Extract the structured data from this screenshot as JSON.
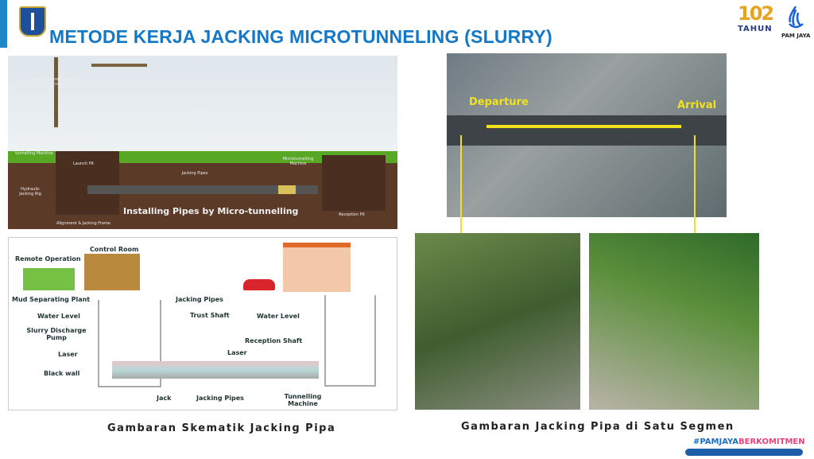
{
  "header": {
    "title": "METODE KERJA JACKING MICROTUNNELING (SLURRY)",
    "anniversary_logo": "102",
    "anniversary_label": "TAHUN",
    "brand": "PAM JAYA"
  },
  "top_left_image": {
    "heading": "Installing Pipes by Micro-tunnelling",
    "labels": {
      "crane": "Pipe Lowered into pit by crane",
      "cabin": "Control Cabin Steering Micro-tunnelling Machine",
      "launch": "Launch Pit",
      "pipes": "Jacking Pipes",
      "machine": "Microtunnelling Machine",
      "rig": "Hydraulic Jacking Rig",
      "frame": "Alignment & Jacking Frame",
      "reception": "Reception Pit"
    }
  },
  "schematic": {
    "labels": {
      "remote": "Remote Operation",
      "control": "Control Room",
      "mud": "Mud Separating Plant",
      "jp_top": "Jacking Pipes",
      "water1": "Water Level",
      "trust": "Trust Shaft",
      "water2": "Water Level",
      "slurry": "Slurry Discharge Pump",
      "reception": "Reception Shaft",
      "laser1": "Laser",
      "laser2": "Laser",
      "black": "Black wall",
      "jack": "Jack",
      "jp_bottom": "Jacking Pipes",
      "tunnel": "Tunnelling Machine"
    }
  },
  "aerial": {
    "departure": "Departure",
    "arrival": "Arrival"
  },
  "captions": {
    "left": "Gambaran Skematik Jacking Pipa",
    "right": "Gambaran Jacking Pipa di Satu Segmen"
  },
  "footer": {
    "hashtag_a": "#PAMJAYA",
    "hashtag_b": "BERKOMITMEN"
  }
}
